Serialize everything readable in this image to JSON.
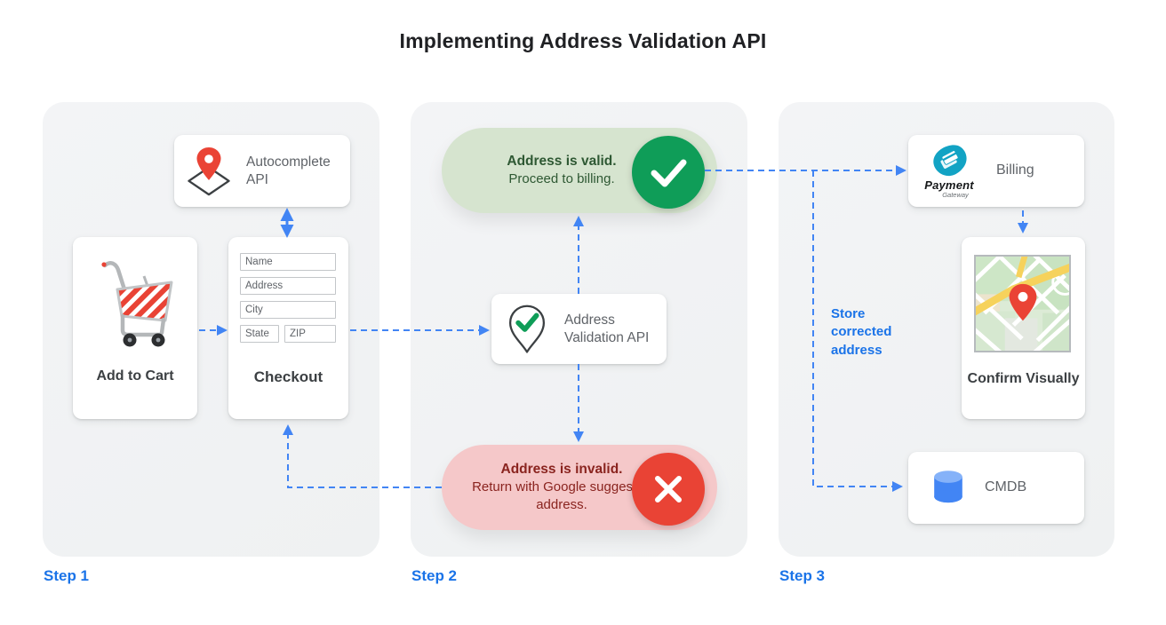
{
  "title": "Implementing Address Validation API",
  "colors": {
    "arrow_blue": "#4285f4",
    "step_blue": "#1a73e8",
    "panel_bg": "#f1f3f4",
    "valid_bg": "#d6e4cf",
    "valid_text": "#2e5833",
    "valid_circle": "#0f9d58",
    "invalid_bg": "#f5c8c9",
    "invalid_text": "#8a241f",
    "invalid_circle": "#e94335",
    "gray_text": "#5f6368",
    "dark_text": "#3c4043",
    "payment_teal": "#12a3c4",
    "db_blue": "#4285f4"
  },
  "step1": {
    "label": "Step 1",
    "autocomplete_card": {
      "label": "Autocomplete API",
      "icon": "map-pin-diamond-icon"
    },
    "add_to_cart_card": {
      "label": "Add to Cart",
      "icon": "shopping-cart-icon"
    },
    "checkout_card": {
      "label": "Checkout",
      "fields": {
        "name": "Name",
        "address": "Address",
        "city": "City",
        "state": "State",
        "zip": "ZIP"
      }
    }
  },
  "step2": {
    "label": "Step 2",
    "valid_pill": {
      "title": "Address is valid.",
      "body": "Proceed to billing.",
      "icon": "check-icon"
    },
    "validation_card": {
      "label": "Address Validation API",
      "icon": "pin-check-icon"
    },
    "invalid_pill": {
      "title": "Address is invalid.",
      "body": "Return with Google suggested address.",
      "icon": "x-icon"
    }
  },
  "step3": {
    "label": "Step 3",
    "billing_card": {
      "label": "Billing",
      "logo_title": "Payment",
      "logo_subtitle": "Gateway",
      "icon": "payment-gateway-logo"
    },
    "confirm_card": {
      "label": "Confirm Visually",
      "icon": "map-thumbnail"
    },
    "cmdb_card": {
      "label": "CMDB",
      "icon": "database-icon"
    },
    "store_note": "Store corrected address"
  }
}
